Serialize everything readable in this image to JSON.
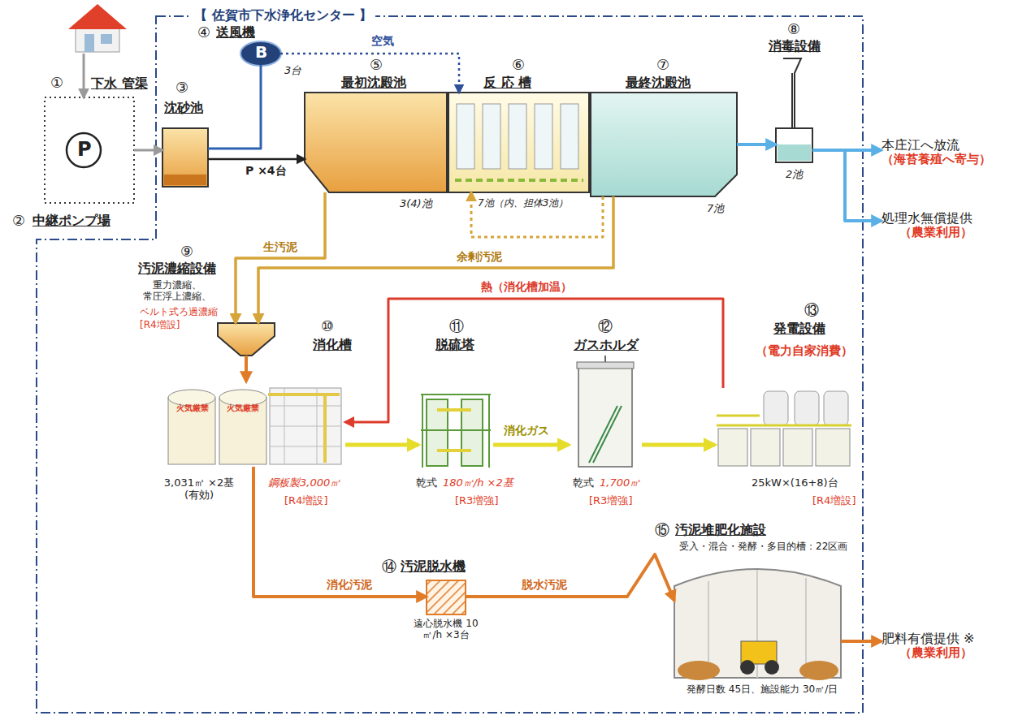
{
  "diagram": {
    "nodes": [
      {
        "text": [
          "【 佐賀市下水浄化センター 】"
        ]
      },
      {
        "text": [
          "①",
          "下水 管渠"
        ]
      },
      {
        "text": [
          "P",
          "②",
          "中継ポンプ場"
        ]
      },
      {
        "text": [
          "③",
          "沈砂池"
        ],
        "in": 0
      },
      {
        "text": [
          "④",
          "送風機",
          "B",
          "3台"
        ],
        "in": 0
      },
      {
        "text": [
          "⑤",
          "最初沈殿池",
          "3(4)池"
        ],
        "in": 0
      },
      {
        "text": [
          "⑥",
          "反 応 槽",
          "7池（内、担体3池）"
        ],
        "in": 0
      },
      {
        "text": [
          "⑦",
          "最終沈殿池",
          "7池"
        ],
        "in": 0
      },
      {
        "text": [
          "⑧",
          "消毒設備",
          "2池"
        ],
        "in": 0
      },
      {
        "text": [
          "本庄江へ放流",
          "（海苔養殖へ寄与）"
        ]
      },
      {
        "text": [
          "処理水無償提供",
          "（農業利用）"
        ]
      },
      {
        "text": [
          "⑨",
          "汚泥濃縮設備",
          "重力濃縮、 常圧浮上濃縮、",
          "ベルト式ろ過濃縮",
          "[R4増設]"
        ],
        "in": 0
      },
      {
        "text": [
          "⑩",
          "消化槽",
          "火気厳禁",
          "火気厳禁",
          "3,031㎥ ×2基 (有効)",
          "鋼板製3,000㎥",
          "[R4増設]"
        ],
        "in": 0
      },
      {
        "text": [
          "⑪",
          "脱硫塔",
          "乾式",
          "180㎥/h ×2基",
          "[R3増強]"
        ],
        "in": 0
      },
      {
        "text": [
          "⑫",
          "ガスホルダ",
          "乾式",
          "1,700㎥",
          "[R3増強]"
        ],
        "in": 0
      },
      {
        "text": [
          "⑬",
          "発電設備",
          "（電力自家消費）",
          "25kW×(16+8)台",
          "[R4増設]"
        ],
        "in": 0
      },
      {
        "text": [
          "⑭",
          "汚泥脱水機",
          "遠心脱水機 10㎥/h ×3台"
        ],
        "in": 0
      },
      {
        "text": [
          "⑮",
          "汚泥堆肥化施設",
          "受入・混合・発酵・多目的槽：22区画",
          "発酵日数 45日、施設能力 30㎥/日"
        ],
        "in": 0
      },
      {
        "text": [
          "肥料有償提供 ※",
          "（農業利用）"
        ]
      }
    ],
    "edges": [
      {
        "from": 1,
        "to": 2,
        "arrow": "to"
      },
      {
        "from": 2,
        "to": 3,
        "arrow": "to"
      },
      {
        "from": 4,
        "to": 3,
        "arrow": "none"
      },
      {
        "from": 3,
        "to": 5,
        "label": "P ×4台",
        "arrow": "to"
      },
      {
        "from": 4,
        "to": 6,
        "label": "空気",
        "arrow": "to"
      },
      {
        "from": 7,
        "to": 8,
        "arrow": "to"
      },
      {
        "from": 8,
        "to": 9,
        "arrow": "to"
      },
      {
        "from": 8,
        "to": 10,
        "arrow": "to"
      },
      {
        "from": 5,
        "to": 11,
        "label": "生汚泥",
        "arrow": "to"
      },
      {
        "from": 7,
        "to": 11,
        "label": "余剰汚泥",
        "arrow": "to"
      },
      {
        "from": 7,
        "to": 6,
        "arrow": "to"
      },
      {
        "from": 11,
        "to": 12,
        "arrow": "to"
      },
      {
        "from": 12,
        "to": 13,
        "arrow": "to"
      },
      {
        "from": 13,
        "to": 14,
        "label": "消化ガス",
        "arrow": "to"
      },
      {
        "from": 14,
        "to": 15,
        "arrow": "to"
      },
      {
        "from": 15,
        "to": 12,
        "label": "熱（消化槽加温）",
        "arrow": "to"
      },
      {
        "from": 12,
        "to": 16,
        "label": "消化汚泥",
        "arrow": "to"
      },
      {
        "from": 16,
        "to": 17,
        "label": "脱水汚泥",
        "arrow": "to"
      },
      {
        "from": 17,
        "to": 18,
        "arrow": "to"
      }
    ]
  }
}
